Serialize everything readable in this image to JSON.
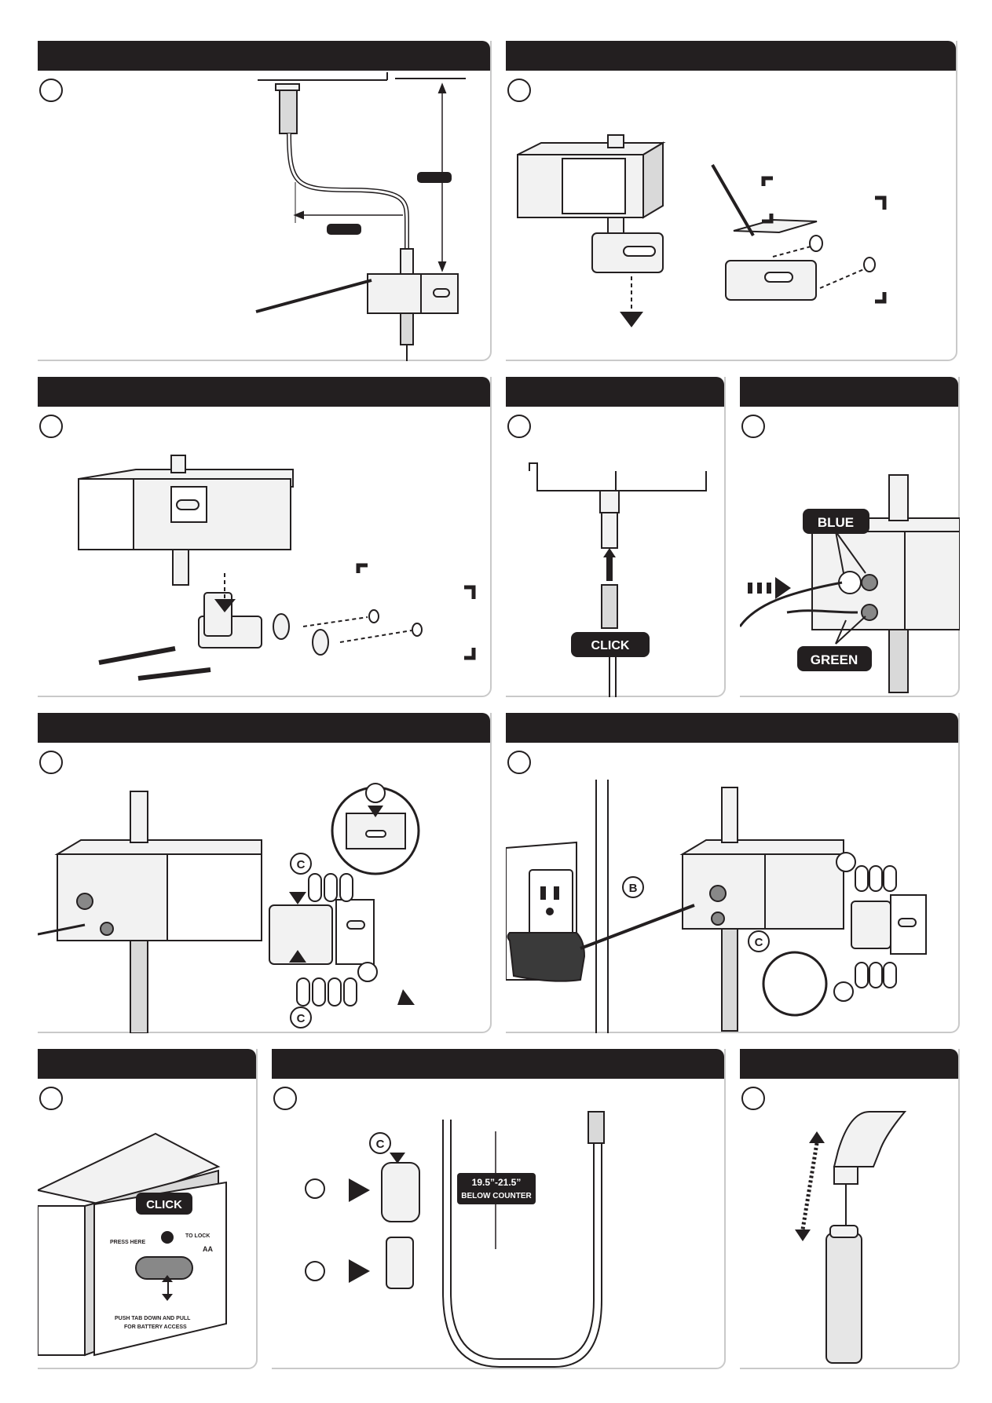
{
  "labels": {
    "blue": "BLUE",
    "green": "GREEN",
    "click": "CLICK",
    "click2": "CLICK",
    "letter_c": "C",
    "letter_b": "B",
    "distance": "19.5”-21.5”",
    "below_counter": "BELOW COUNTER",
    "press_here": "PRESS HERE",
    "to_lock": "TO LOCK",
    "aa": "AA",
    "push_tab": "PUSH TAB DOWN AND PULL",
    "battery_access": "FOR BATTERY ACCESS"
  },
  "colors": {
    "header": "#231f20",
    "line": "#231f20",
    "fill_light": "#f2f2f2",
    "fill_mid": "#d9d9d9",
    "adapter": "#3a3a3a",
    "panel_border": "#c9c9c9"
  }
}
